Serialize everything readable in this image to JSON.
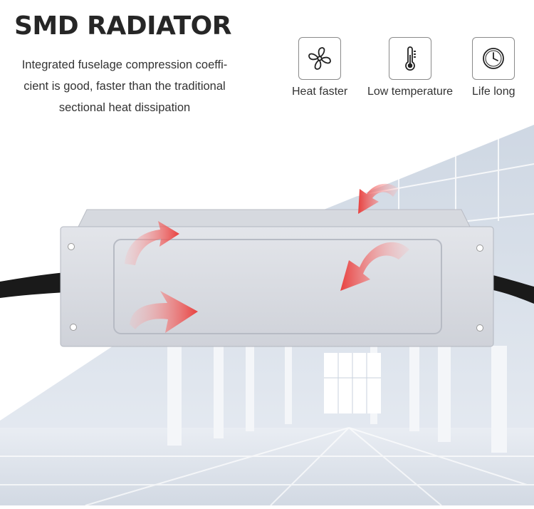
{
  "heading": {
    "title": "SMD RADIATOR",
    "description_lines": [
      "Integrated fuselage compression coeffi-",
      "cient is good, faster than the traditional",
      "sectional heat dissipation"
    ]
  },
  "features": [
    {
      "label": "Heat faster",
      "icon": "fan-icon"
    },
    {
      "label": "Low temperature",
      "icon": "thermometer-icon"
    },
    {
      "label": "Life long",
      "icon": "clock-icon"
    }
  ],
  "colors": {
    "title": "#262626",
    "text": "#333333",
    "arrow": "#e8413f",
    "housing": "#d9dce3",
    "cable": "#1a1a1a"
  }
}
